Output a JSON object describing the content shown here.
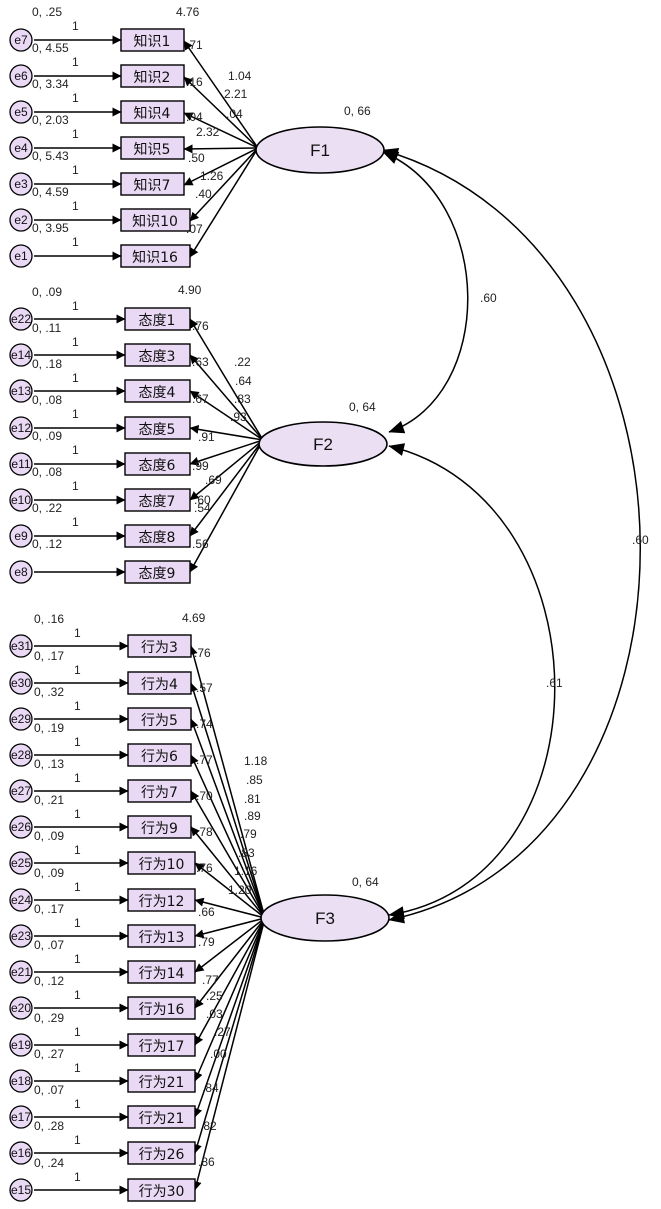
{
  "colors": {
    "fill": "#ead9f5",
    "stroke": "#000000"
  },
  "factors": [
    {
      "name": "F1",
      "variance": "0, 66"
    },
    {
      "name": "F2",
      "variance": "0, 64"
    },
    {
      "name": "F3",
      "variance": "0, 64"
    }
  ],
  "covariances": [
    {
      "from": "F1",
      "to": "F2",
      "value": ".60"
    },
    {
      "from": "F2",
      "to": "F3",
      "value": ".61"
    },
    {
      "from": "F1",
      "to": "F3",
      "value": ".60"
    }
  ],
  "intercepts": {
    "F1": "4.76",
    "F2": "4.90",
    "F3": "4.69"
  },
  "observed": {
    "F1": [
      {
        "name": "知识1",
        "error": "e7",
        "error_var": "0, .25",
        "path": "1"
      },
      {
        "name": "知识2",
        "error": "e6",
        "error_var": "0, 4.55",
        "path": "1"
      },
      {
        "name": "知识4",
        "error": "e5",
        "error_var": "0, 3.34",
        "path": "1"
      },
      {
        "name": "知识5",
        "error": "e4",
        "error_var": "0, 2.03",
        "path": "1"
      },
      {
        "name": "知识7",
        "error": "e3",
        "error_var": "0, 5.43",
        "path": "1"
      },
      {
        "name": "知识10",
        "error": "e2",
        "error_var": "0, 4.59",
        "path": "1"
      },
      {
        "name": "知识16",
        "error": "e1",
        "error_var": "0, 3.95",
        "path": "1"
      }
    ],
    "F2": [
      {
        "name": "态度1",
        "error": "e22",
        "error_var": "0, .09",
        "path": "1"
      },
      {
        "name": "态度3",
        "error": "e14",
        "error_var": "0, .11",
        "path": "1"
      },
      {
        "name": "态度4",
        "error": "e13",
        "error_var": "0, .18",
        "path": "1"
      },
      {
        "name": "态度5",
        "error": "e12",
        "error_var": "0, .08",
        "path": "1"
      },
      {
        "name": "态度6",
        "error": "e11",
        "error_var": "0, .09",
        "path": "1"
      },
      {
        "name": "态度7",
        "error": "e10",
        "error_var": "0, .08",
        "path": "1"
      },
      {
        "name": "态度8",
        "error": "e9",
        "error_var": "0, .22",
        "path": "1"
      },
      {
        "name": "态度9",
        "error": "e8",
        "error_var": "0, .12",
        "path": ""
      }
    ],
    "F3": [
      {
        "name": "行为3",
        "error": "e31",
        "error_var": "0, .16",
        "path": "1"
      },
      {
        "name": "行为4",
        "error": "e30",
        "error_var": "0, .17",
        "path": "1"
      },
      {
        "name": "行为5",
        "error": "e29",
        "error_var": "0, .32",
        "path": "1"
      },
      {
        "name": "行为6",
        "error": "e28",
        "error_var": "0, .19",
        "path": "1"
      },
      {
        "name": "行为7",
        "error": "e27",
        "error_var": "0, .13",
        "path": "1"
      },
      {
        "name": "行为9",
        "error": "e26",
        "error_var": "0, .21",
        "path": "1"
      },
      {
        "name": "行为10",
        "error": "e25",
        "error_var": "0, .09",
        "path": "1"
      },
      {
        "name": "行为12",
        "error": "e24",
        "error_var": "0, .09",
        "path": "1"
      },
      {
        "name": "行为13",
        "error": "e23",
        "error_var": "0, .17",
        "path": "1"
      },
      {
        "name": "行为14",
        "error": "e21",
        "error_var": "0, .07",
        "path": "1"
      },
      {
        "name": "行为16",
        "error": "e20",
        "error_var": "0, .12",
        "path": "1"
      },
      {
        "name": "行为17",
        "error": "e19",
        "error_var": "0, .29",
        "path": "1"
      },
      {
        "name": "行为21",
        "error": "e18",
        "error_var": "0, .27",
        "path": "1"
      },
      {
        "name": "行为21",
        "error": "e17",
        "error_var": "0, .07",
        "path": "1"
      },
      {
        "name": "行为26",
        "error": "e16",
        "error_var": "0, .28",
        "path": "1"
      },
      {
        "name": "行为30",
        "error": "e15",
        "error_var": "0, .24",
        "path": "1"
      }
    ]
  },
  "loadings": {
    "F1": [
      "1.04",
      "2.21",
      ".04",
      "2.32",
      ".50",
      "1.26",
      ".40"
    ],
    "F2": [
      ".22",
      ".64",
      ".83",
      ".93",
      ".91",
      ".69",
      ".60",
      ".54",
      ".56"
    ],
    "F3": [
      "1.18",
      ".85",
      ".81",
      ".89",
      ".79",
      ".83",
      "1.16",
      "1.20"
    ]
  },
  "residual_labels": {
    "F1": [
      ".71",
      ".16",
      ".04",
      ".07"
    ],
    "F2": [
      ".76",
      ".63",
      ".67",
      ".99"
    ],
    "F3": [
      ".76",
      ".57",
      ".74",
      ".77",
      ".70",
      ".78",
      ".76",
      ".66",
      ".79",
      ".77",
      ".25",
      ".03",
      ".27",
      ".00",
      ".84",
      ".82",
      ".86"
    ]
  }
}
